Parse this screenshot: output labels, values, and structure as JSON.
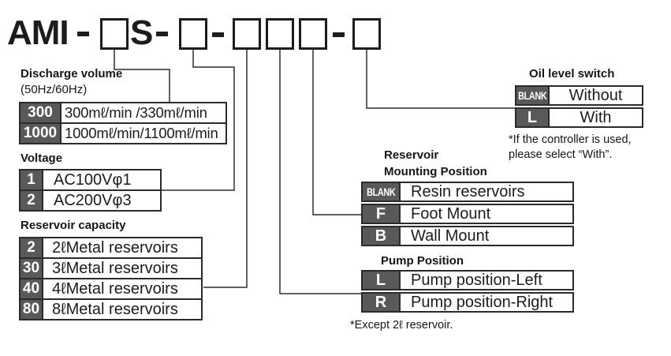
{
  "title": {
    "brand": "AMI",
    "fixed_code": "S",
    "separator": "-"
  },
  "sections": {
    "discharge": {
      "label": "Discharge volume",
      "sublabel": "(50Hz/60Hz)",
      "rows": [
        {
          "code": "300",
          "value": "300mℓ/min /330mℓ/min"
        },
        {
          "code": "1000",
          "value": "1000mℓ/min/1100mℓ/min"
        }
      ]
    },
    "voltage": {
      "label": "Voltage",
      "rows": [
        {
          "code": "1",
          "value": "AC100Vφ1"
        },
        {
          "code": "2",
          "value": "AC200Vφ3"
        }
      ]
    },
    "capacity": {
      "label": "Reservoir capacity",
      "rows": [
        {
          "code": "2",
          "value": "2ℓMetal reservoirs"
        },
        {
          "code": "30",
          "value": "3ℓMetal reservoirs"
        },
        {
          "code": "40",
          "value": "4ℓMetal reservoirs"
        },
        {
          "code": "80",
          "value": "8ℓMetal reservoirs"
        }
      ]
    },
    "oil_level_switch": {
      "label": "Oil level switch",
      "rows": [
        {
          "code": "BLANK",
          "value": "Without"
        },
        {
          "code": "L",
          "value": "With"
        }
      ],
      "note_line1": "*If the controller is used,",
      "note_line2": "please select “With”."
    },
    "mounting": {
      "label_line1": "Reservoir",
      "label_line2": "Mounting Position",
      "rows": [
        {
          "code": "BLANK",
          "value": "Resin reservoirs"
        },
        {
          "code": "F",
          "value": "Foot Mount"
        },
        {
          "code": "B",
          "value": "Wall Mount"
        }
      ]
    },
    "pump_position": {
      "label": "Pump Position",
      "rows": [
        {
          "code": "L",
          "value": "Pump position-Left"
        },
        {
          "code": "R",
          "value": "Pump position-Right"
        }
      ],
      "note": "*Except 2ℓ reservoir."
    }
  },
  "colors": {
    "code_cell_bg": "#58595b",
    "code_cell_text": "#ffffff",
    "table_border": "#2b2b2b",
    "connector_line": "#2b2b2b",
    "text": "#1c1c1c"
  }
}
